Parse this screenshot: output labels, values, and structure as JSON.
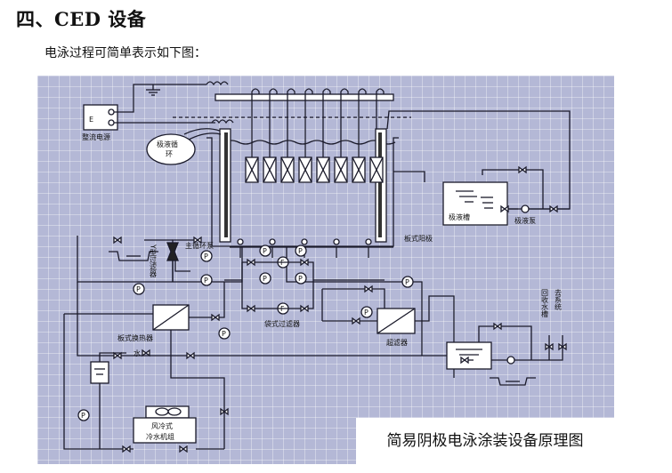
{
  "section_heading": "四、CED 设备",
  "intro_text": "电泳过程可简单表示如下图：",
  "diagram": {
    "caption": "简易阴极电泳涂装设备原理图",
    "labels": {
      "power_supply_letter": "E",
      "power_supply": "整流电源",
      "anolyte_circulation_line1": "极液循",
      "anolyte_circulation_line2": "环",
      "plate_anode": "板式阳极",
      "anolyte_tank": "极液槽",
      "anolyte_pump": "极液泵",
      "main_circulation_pump": "主循环泵",
      "y_filter": "Y型过滤器",
      "bag_filter": "袋式过滤器",
      "plate_heat_exchanger": "板式换热器",
      "ultrafilter": "超滤器",
      "air_cooled_chiller_line1": "风冷式",
      "air_cooled_chiller_line2": "冷水机组",
      "water": "水",
      "recovery_outlet_1": "回收水槽",
      "recovery_outlet_2": "去系统"
    },
    "symbols": {
      "pressure_gauge": "P",
      "flow_meter": "F"
    },
    "colors": {
      "background": "#b4b8d6",
      "line": "#1a1a2a",
      "equipment_fill": "#ffffff"
    }
  }
}
